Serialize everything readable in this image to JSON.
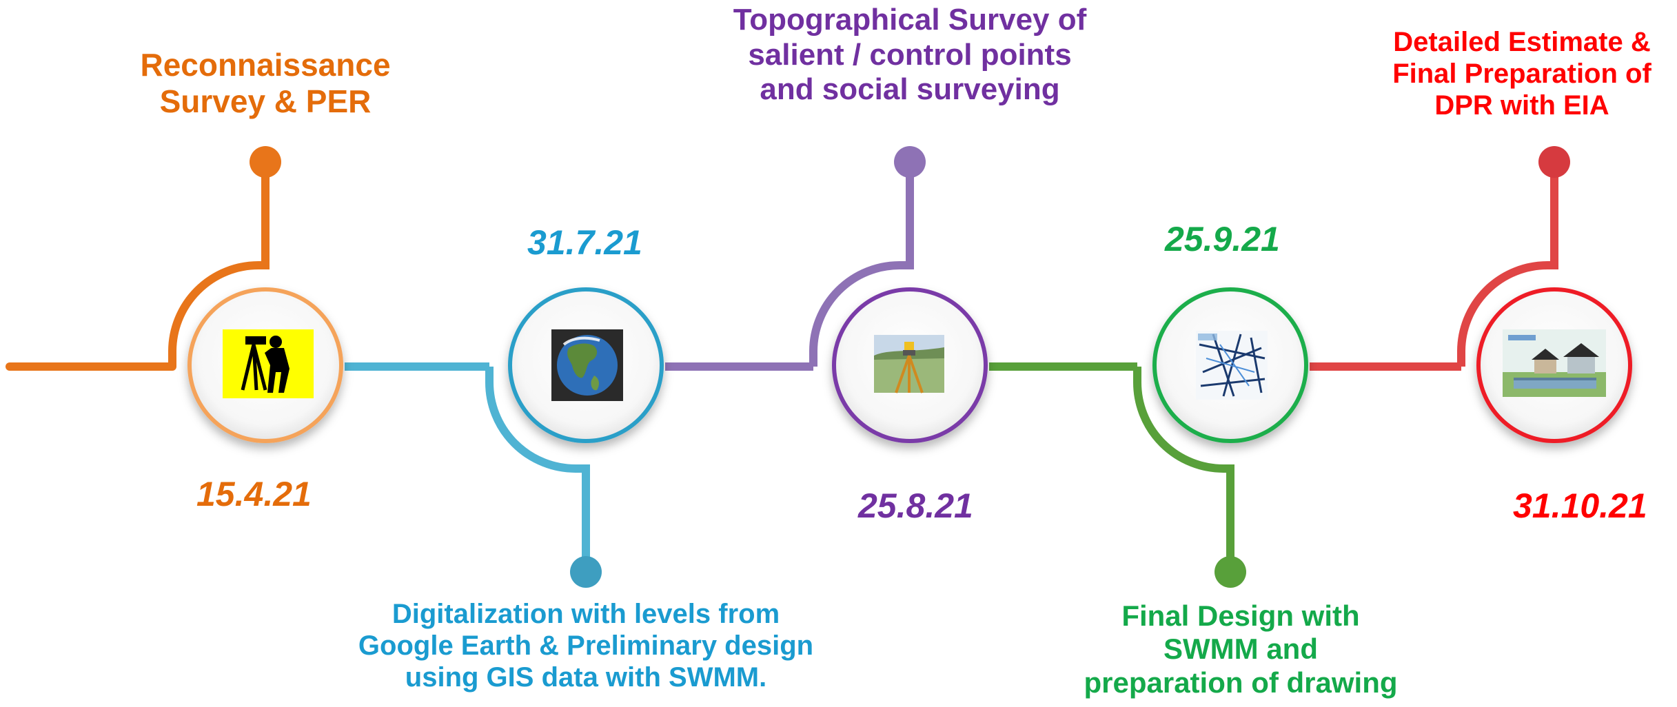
{
  "colors": {
    "orange": "#E8751A",
    "orange_light": "#F5A35A",
    "blue": "#2B9FC8",
    "blue_light": "#4FB3D3",
    "purple": "#7A3AA8",
    "purple_light": "#8E72B5",
    "green": "#1FAE4B",
    "green_light": "#58A03A",
    "red": "#EE1C25",
    "red_light": "#E04545",
    "label_blue": "#1A9BD0",
    "label_purple": "#7030A0",
    "label_green": "#14A94A",
    "label_red": "#FF0000",
    "label_orange": "#E46C0A"
  },
  "milestones": [
    {
      "id": "reconnaissance",
      "date": "15.4.21",
      "label_lines": [
        "Reconnaissance",
        "Survey & PER"
      ],
      "icon": "surveyor-with-level-icon"
    },
    {
      "id": "digitalization",
      "date": "31.7.21",
      "label_lines": [
        "Digitalization with levels from",
        "Google Earth & Preliminary design",
        "using  GIS data with SWMM."
      ],
      "icon": "globe-earth-icon"
    },
    {
      "id": "topographical",
      "date": "25.8.21",
      "label_lines": [
        "Topographical Survey  of",
        "salient / control points",
        "and social surveying"
      ],
      "icon": "total-station-tripod-icon"
    },
    {
      "id": "final-design",
      "date": "25.9.21",
      "label_lines": [
        "Final Design with",
        "SWMM and",
        "preparation of drawing"
      ],
      "icon": "drainage-network-map-icon"
    },
    {
      "id": "detailed-estimate",
      "date": "31.10.21",
      "label_lines": [
        "Detailed Estimate &",
        "Final Preparation of",
        "DPR with EIA"
      ],
      "icon": "sewage-treatment-plant-icon"
    }
  ]
}
